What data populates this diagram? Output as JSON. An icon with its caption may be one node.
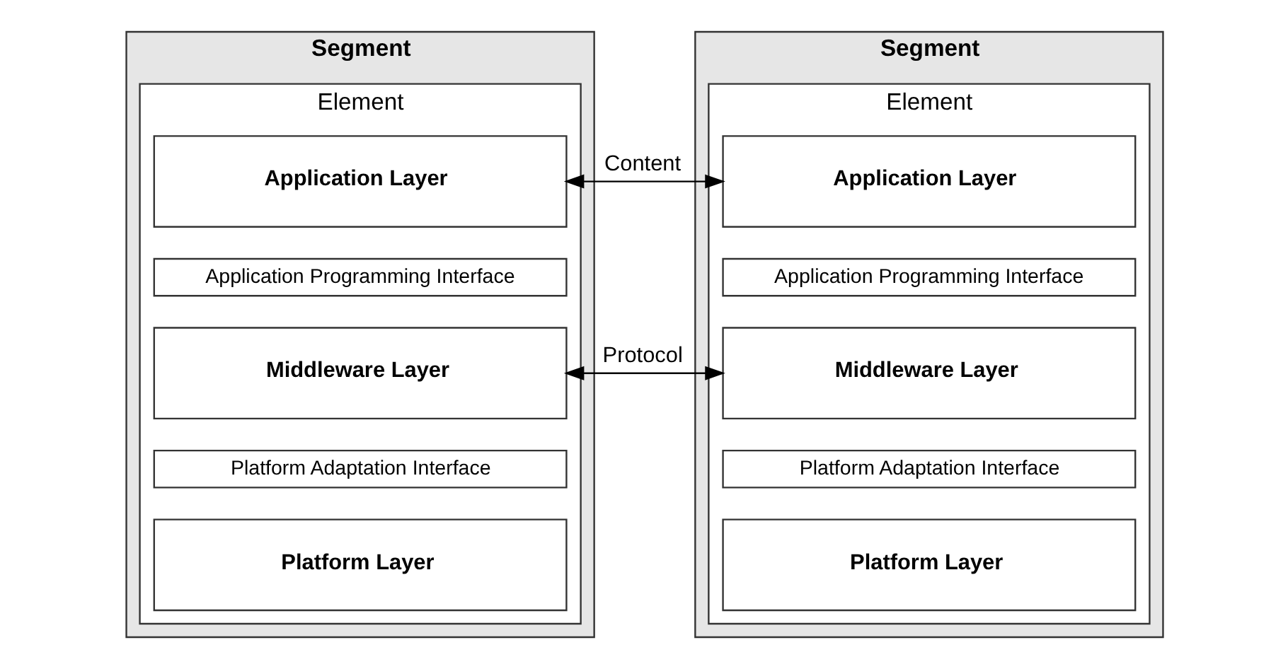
{
  "diagram": {
    "nodes": [
      {
        "text": [
          "Segment"
        ]
      },
      {
        "text": [
          "Element"
        ],
        "in": 0
      },
      {
        "text": [
          "Application Layer"
        ],
        "in": 1
      },
      {
        "text": [
          "Application Programming Interface"
        ],
        "in": 1
      },
      {
        "text": [
          "Middleware Layer"
        ],
        "in": 1
      },
      {
        "text": [
          "Platform Adaptation Interface"
        ],
        "in": 1
      },
      {
        "text": [
          "Platform Layer"
        ],
        "in": 1
      },
      {
        "text": [
          "Segment"
        ]
      },
      {
        "text": [
          "Element"
        ],
        "in": 7
      },
      {
        "text": [
          "Application Layer"
        ],
        "in": 8
      },
      {
        "text": [
          "Application Programming Interface"
        ],
        "in": 8
      },
      {
        "text": [
          "Middleware Layer"
        ],
        "in": 8
      },
      {
        "text": [
          "Platform Adaptation Interface"
        ],
        "in": 8
      },
      {
        "text": [
          "Platform Layer"
        ],
        "in": 8
      }
    ],
    "edges": [
      {
        "from": 2,
        "to": 9,
        "arrow": "both",
        "label": "Content"
      },
      {
        "from": 4,
        "to": 11,
        "arrow": "both",
        "label": "Protocol"
      }
    ]
  }
}
